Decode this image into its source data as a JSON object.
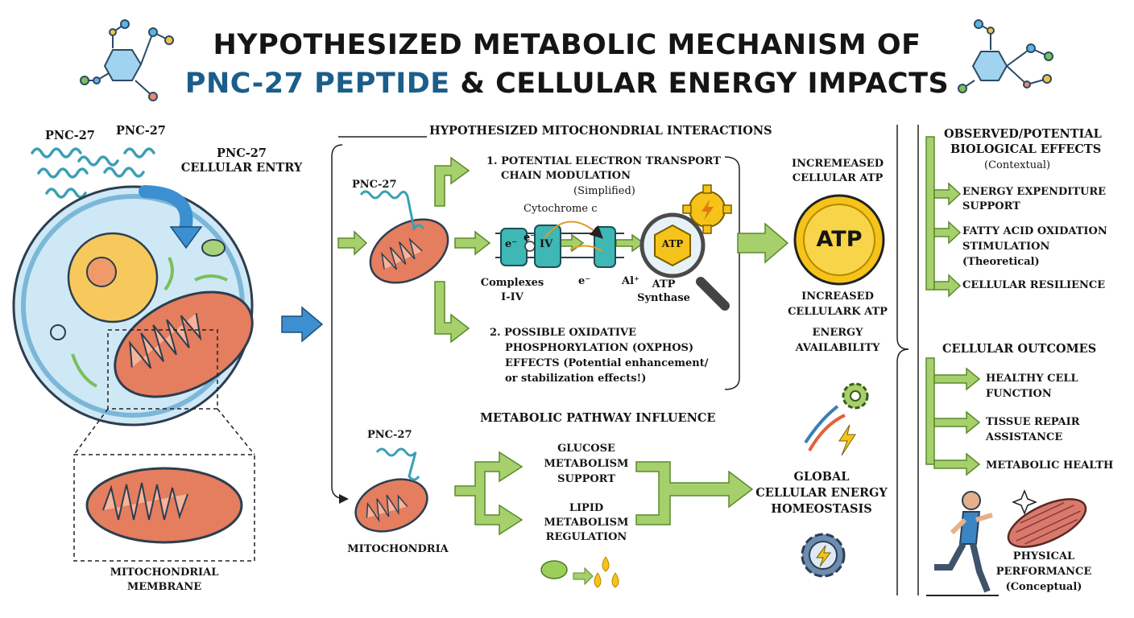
{
  "title": {
    "line1": "HYPOTHESIZED METABOLIC MECHANISM OF",
    "line2_highlight": "PNC-27 PEPTIDE",
    "line2_rest": " & CELLULAR ENERGY IMPACTS"
  },
  "entry": {
    "peptide_label_1": "PNC-27",
    "peptide_label_2": "PNC-27",
    "entry_label_line1": "PNC-27",
    "entry_label_line2": "CELLULAR ENTRY",
    "membrane_label_line1": "MITOCHONDRIAL",
    "membrane_label_line2": "MEMBRANE"
  },
  "mito_section": {
    "heading": "HYPOTHESIZED MITOCHONDRIAL INTERACTIONS",
    "peptide_label": "PNC-27",
    "etc_line1": "1. POTENTIAL ELECTRON TRANSPORT",
    "etc_line2": "CHAIN MODULATION",
    "etc_line3": "(Simplified)",
    "cytochrome": "Cytochrome c",
    "complex_iv": "IV",
    "electron": "e⁻",
    "electron_2": "e⁻",
    "electron_3": "e⁻",
    "al_label": "Al⁺",
    "complexes_line1": "Complexes",
    "complexes_line2": "I-IV",
    "atp_synthase_line1": "ATP",
    "atp_synthase_line2": "Synthase",
    "atp_badge": "ATP",
    "oxphos_line1": "2. POSSIBLE OXIDATIVE",
    "oxphos_line2": "PHOSPHORYLATION (OXPHOS)",
    "oxphos_line3": "EFFECTS (Potential enhancement/",
    "oxphos_line4": "or stabilization effects!)"
  },
  "atp_section": {
    "top_line1": "INCREMEASED",
    "top_line2": "CELLULAR ATP",
    "coin": "ATP",
    "bottom_line1": "INCREASED",
    "bottom_line2": "CELLULARK ATP",
    "energy_line1": "ENERGY",
    "energy_line2": "AVAILABILITY"
  },
  "pathway_section": {
    "heading": "METABOLIC PATHWAY INFLUENCE",
    "peptide_label": "PNC-27",
    "mito_label": "MITOCHONDRIA",
    "glucose_line1": "GLUCOSE",
    "glucose_line2": "METABOLISM",
    "glucose_line3": "SUPPORT",
    "lipid_line1": "LIPID",
    "lipid_line2": "METABOLISM",
    "lipid_line3": "REGULATION",
    "homeostasis_line1": "GLOBAL",
    "homeostasis_line2": "CELLULAR ENERGY",
    "homeostasis_line3": "HOMEOSTASIS"
  },
  "effects": {
    "heading_line1": "OBSERVED/POTENTIAL",
    "heading_line2": "BIOLOGICAL EFFECTS",
    "heading_line3": "(Contextual)",
    "item1_line1": "ENERGY EXPENDITURE",
    "item1_line2": "SUPPORT",
    "item2_line1": "FATTY ACID OXIDATION",
    "item2_line2": "STIMULATION",
    "item2_line3": "(Theoretical)",
    "item3": "CELLULAR RESILIENCE"
  },
  "outcomes": {
    "heading": "CELLULAR OUTCOMES",
    "item1_line1": "HEALTHY CELL",
    "item1_line2": "FUNCTION",
    "item2_line1": "TISSUE REPAIR",
    "item2_line2": "ASSISTANCE",
    "item3": "METABOLIC HEALTH",
    "perf_line1": "PHYSICAL",
    "perf_line2": "PERFORMANCE",
    "perf_line3": "(Conceptual)"
  },
  "colors": {
    "arrow_green": "#8cc152",
    "arrow_blue": "#3c8fd0",
    "mito_orange": "#e47e5f",
    "cell_blue": "#cfe8f6",
    "nucleus_yellow": "#f7c85c",
    "atp_gold": "#f5c31a",
    "peptide_teal": "#3a9fb4",
    "title_blue": "#1b5e8a"
  }
}
